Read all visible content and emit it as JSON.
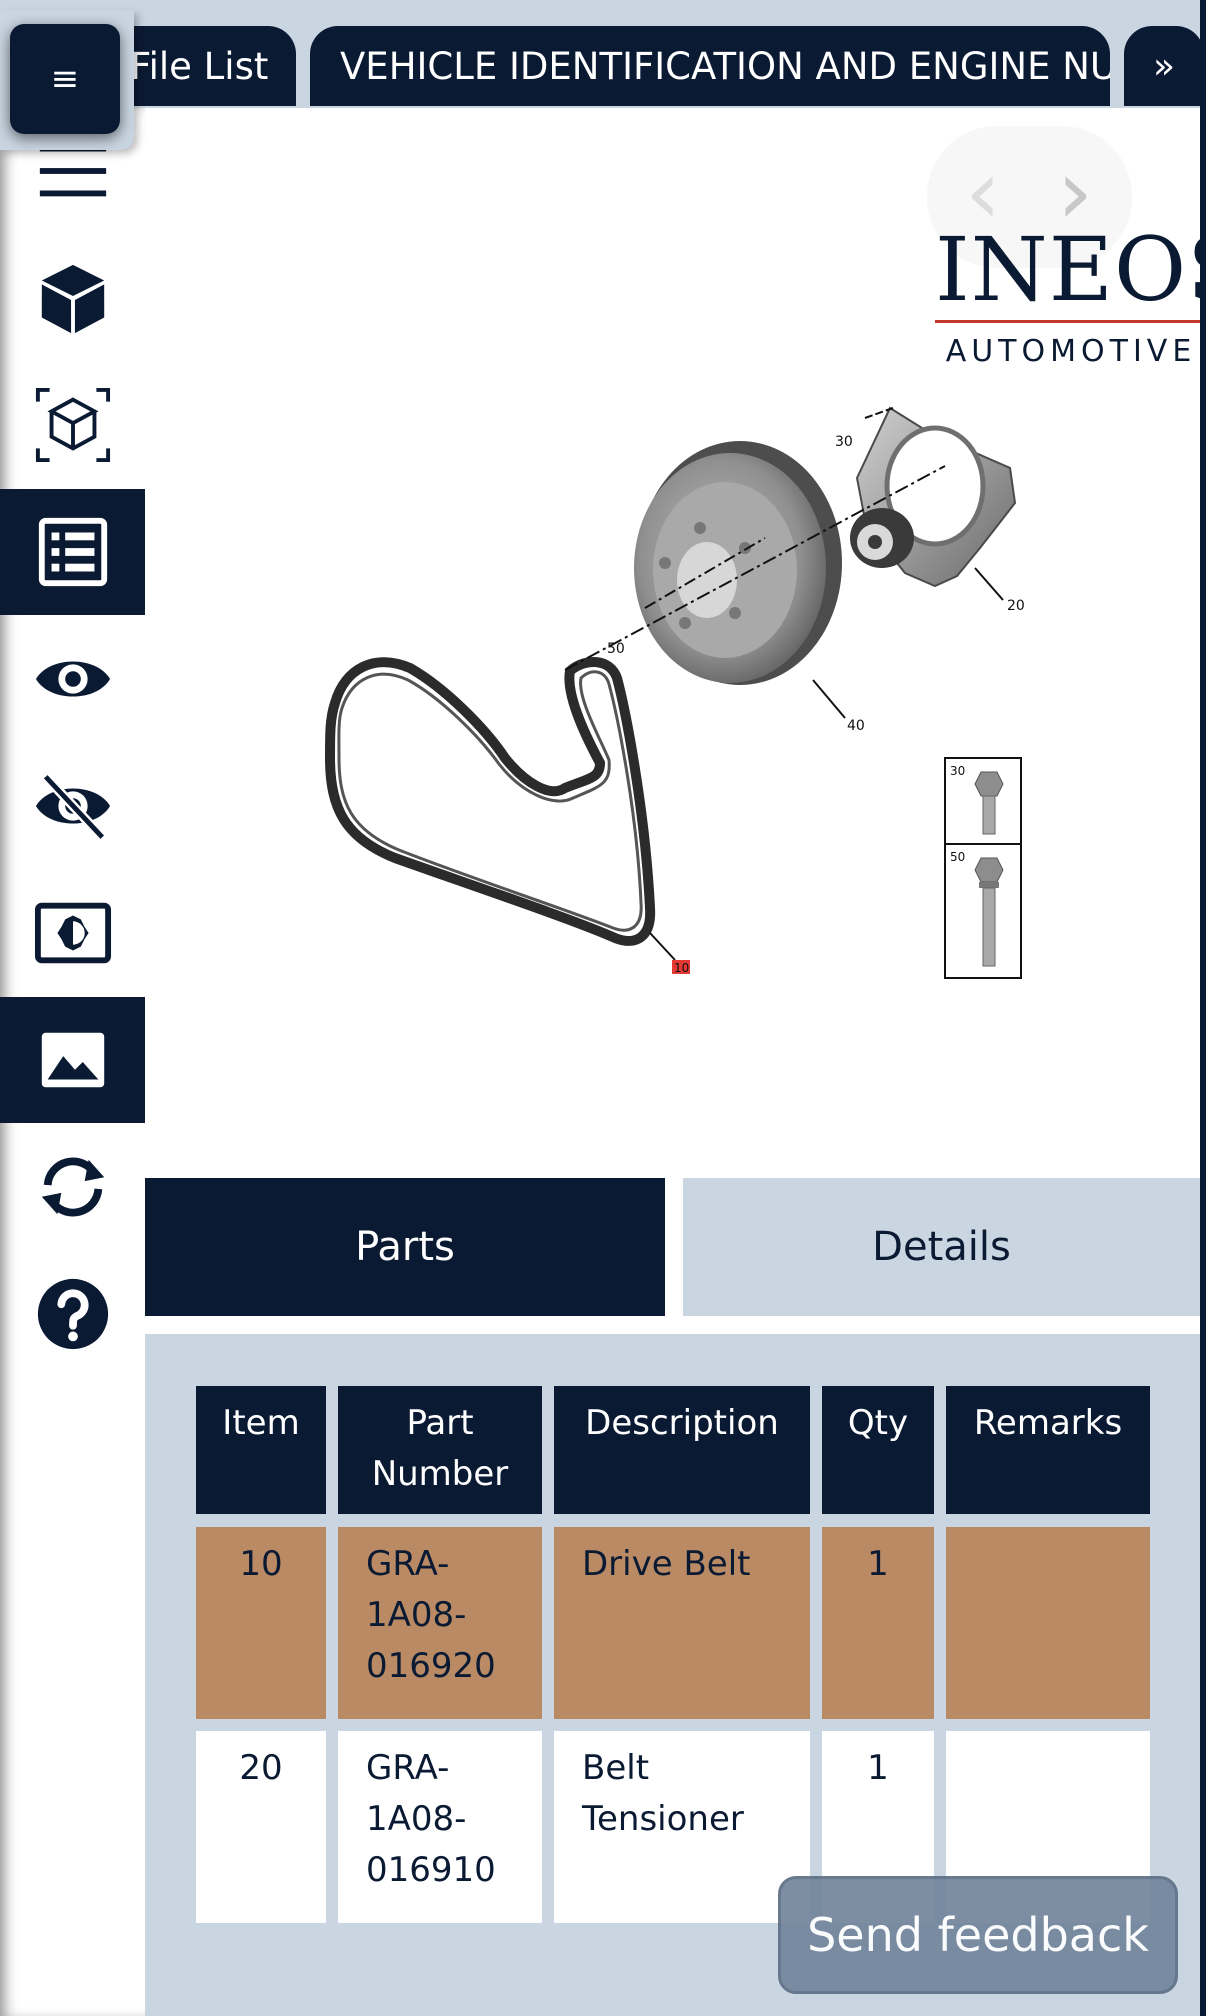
{
  "tabs": {
    "file_list": "File List",
    "vehicle": "VEHICLE IDENTIFICATION AND ENGINE NU",
    "more": "»"
  },
  "menu_button_glyph": "≡",
  "sidebar": {
    "items": [
      {
        "icon": "hamburger-icon",
        "active": false
      },
      {
        "icon": "cube-icon",
        "active": false
      },
      {
        "icon": "cube-outline-icon",
        "active": false
      },
      {
        "icon": "list-icon",
        "active": true
      },
      {
        "icon": "eye-icon",
        "active": false
      },
      {
        "icon": "eye-off-icon",
        "active": false
      },
      {
        "icon": "contrast-icon",
        "active": false
      },
      {
        "icon": "image-icon",
        "active": true
      },
      {
        "icon": "sync-icon",
        "active": false
      },
      {
        "icon": "help-icon",
        "active": false
      }
    ]
  },
  "viewer": {
    "logo_main": "INEOS",
    "logo_sub": "AUTOMOTIVE",
    "nav_prev": "‹",
    "nav_next": "›",
    "callouts": [
      "30",
      "20",
      "50",
      "40",
      "10"
    ],
    "inset_labels": [
      "30",
      "50"
    ]
  },
  "panel_tabs": {
    "parts": "Parts",
    "details": "Details"
  },
  "table": {
    "headers": [
      "Item",
      "Part Number",
      "Description",
      "Qty",
      "Remarks"
    ],
    "rows": [
      {
        "item": "10",
        "part_number": "GRA-\n1A08-\n016920",
        "description": "Drive Belt",
        "qty": "1",
        "remarks": "",
        "selected": true
      },
      {
        "item": "20",
        "part_number": "GRA-\n1A08-\n016910",
        "description": "Belt\nTensioner",
        "qty": "1",
        "remarks": "",
        "selected": false
      }
    ]
  },
  "feedback": "Send feedback",
  "colors": {
    "navy": "#0b1a33",
    "light_blue": "#c9d5e1",
    "selected_row": "#b98a63",
    "logo_accent": "#c0392b"
  }
}
